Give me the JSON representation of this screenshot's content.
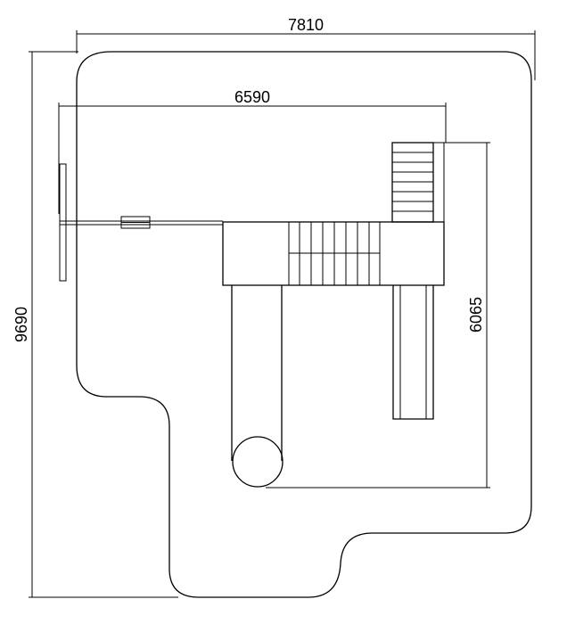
{
  "drawing": {
    "dimensions": {
      "overall_width": "7810",
      "inner_width": "6590",
      "overall_height": "9690",
      "inner_height": "6065"
    }
  }
}
